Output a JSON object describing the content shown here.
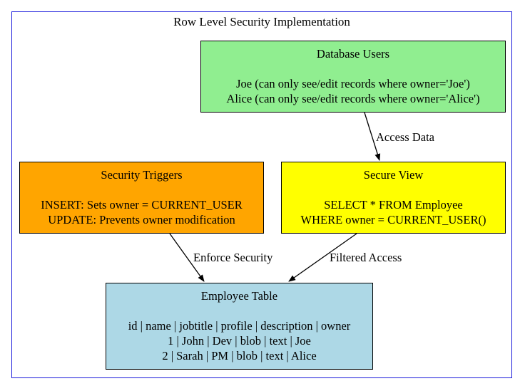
{
  "title": "Row Level Security Implementation",
  "colors": {
    "cluster_border": "#1a1adb",
    "database_users": "#90ee90",
    "security_triggers": "#ffa500",
    "secure_view": "#ffff00",
    "employee_table": "#add8e6"
  },
  "nodes": {
    "database_users": {
      "title": "Database Users",
      "lines": [
        "Joe (can only see/edit records where owner='Joe')",
        "Alice (can only see/edit records where owner='Alice')"
      ]
    },
    "security_triggers": {
      "title": "Security Triggers",
      "lines": [
        "INSERT: Sets owner = CURRENT_USER",
        "UPDATE: Prevents owner modification"
      ]
    },
    "secure_view": {
      "title": "Secure View",
      "lines": [
        "SELECT * FROM Employee",
        "WHERE owner = CURRENT_USER()"
      ]
    },
    "employee_table": {
      "title": "Employee Table",
      "lines": [
        "id | name | jobtitle | profile | description | owner",
        "1 | John | Dev | blob | text | Joe",
        "2 | Sarah | PM | blob | text | Alice"
      ]
    }
  },
  "edges": [
    {
      "from": "database_users",
      "to": "secure_view",
      "label": "Access Data"
    },
    {
      "from": "security_triggers",
      "to": "employee_table",
      "label": "Enforce Security"
    },
    {
      "from": "secure_view",
      "to": "employee_table",
      "label": "Filtered Access"
    }
  ]
}
